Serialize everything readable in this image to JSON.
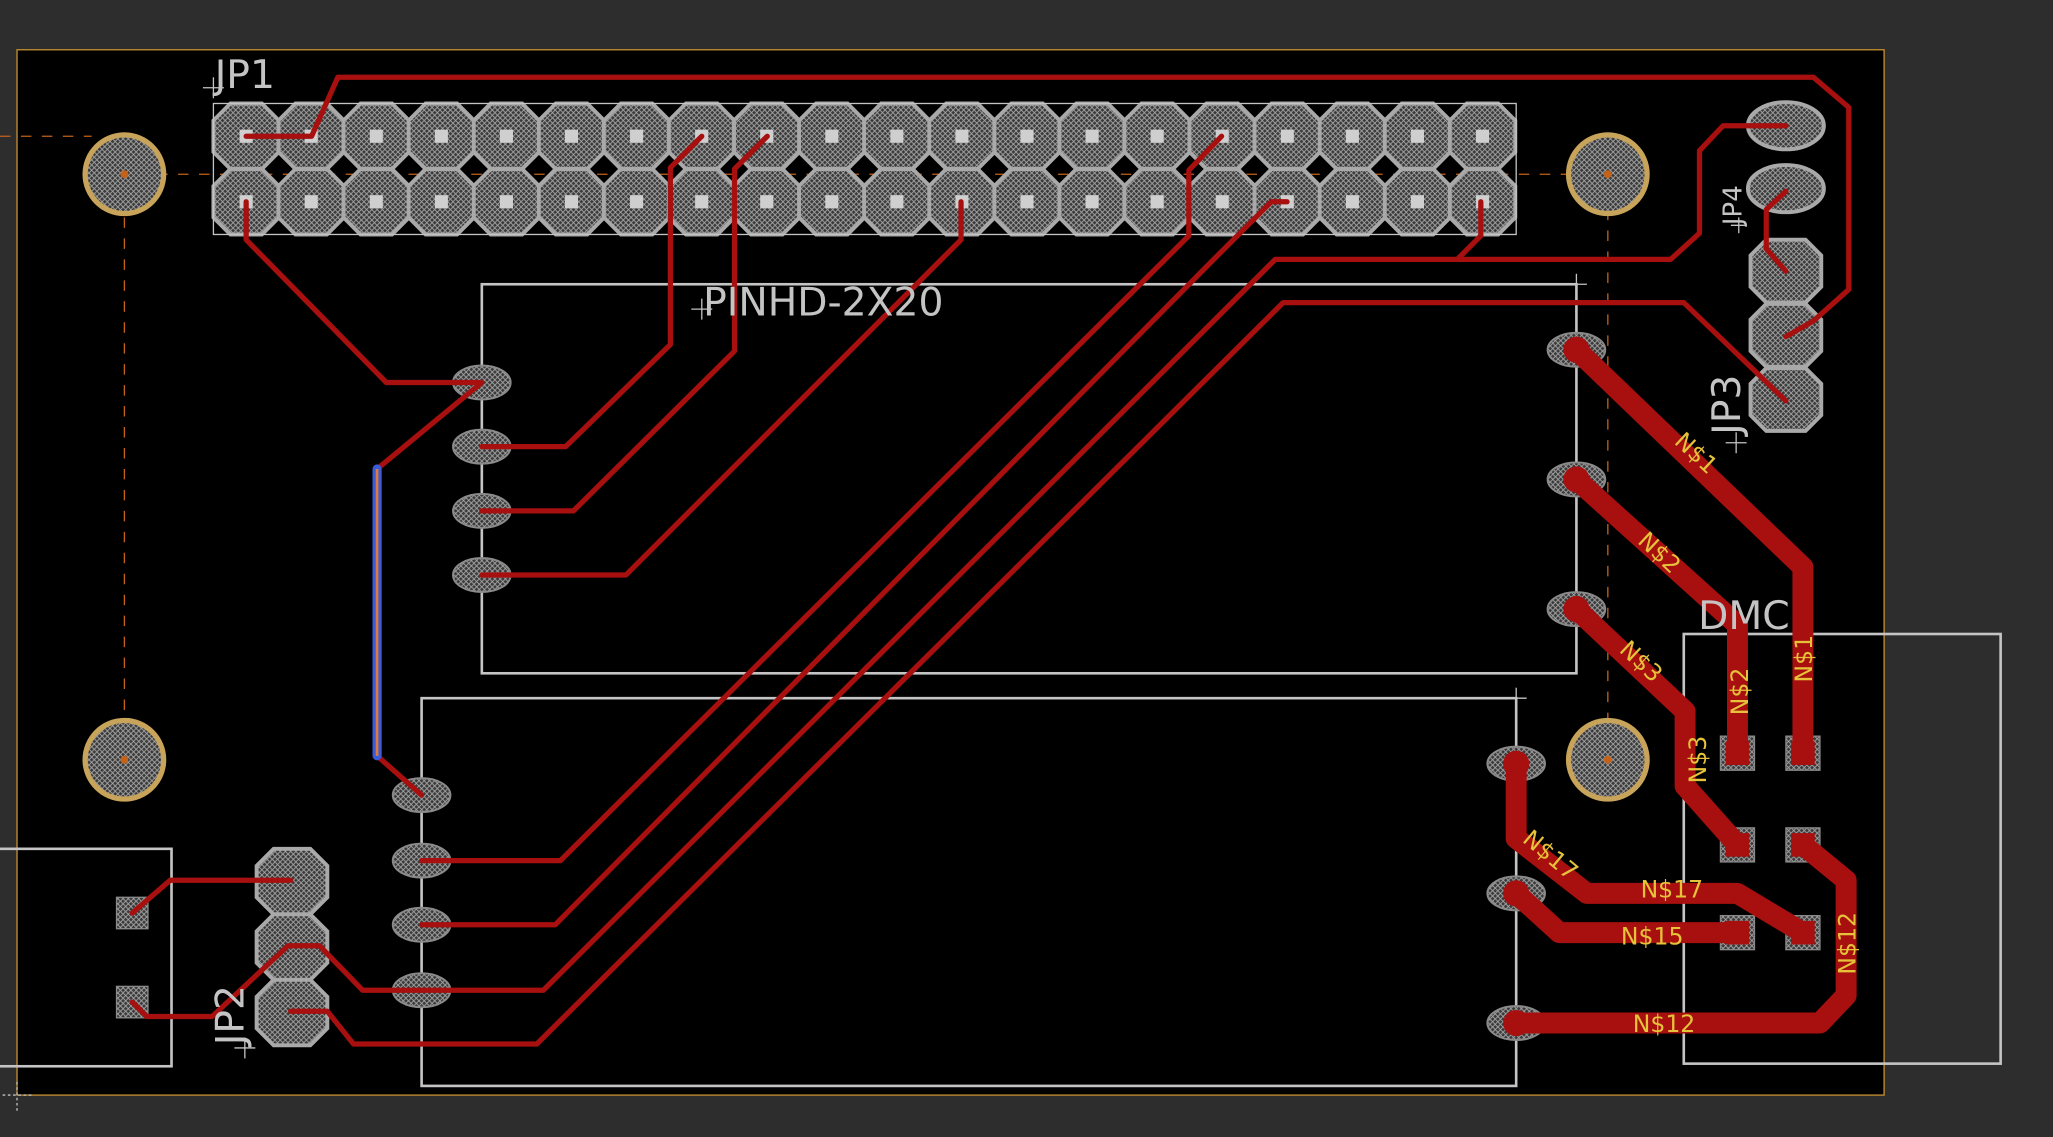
{
  "app": {
    "view": "board-editor"
  },
  "colors": {
    "background": "#2d2d2d",
    "board": "#000000",
    "board_outline": "#c8902e",
    "silkscreen": "#c4c4c4",
    "trace": "#a80f0f",
    "pad": "#9a9a9a",
    "net_label": "#e6c23b",
    "airwire": "#c4621a",
    "bottom_trace": "#3b5bd9"
  },
  "parts": {
    "jp1": {
      "name": "JP1",
      "value": "PINHD-2X20"
    },
    "jp2": {
      "name": "JP2"
    },
    "jp3": {
      "name": "JP3"
    },
    "jp4": {
      "name": "JP4"
    },
    "dmc": {
      "name": "DMC"
    }
  },
  "nets": {
    "n1": "N$1",
    "n2": "N$2",
    "n3": "N$3",
    "n12": "N$12",
    "n15": "N$15",
    "n17": "N$17"
  }
}
